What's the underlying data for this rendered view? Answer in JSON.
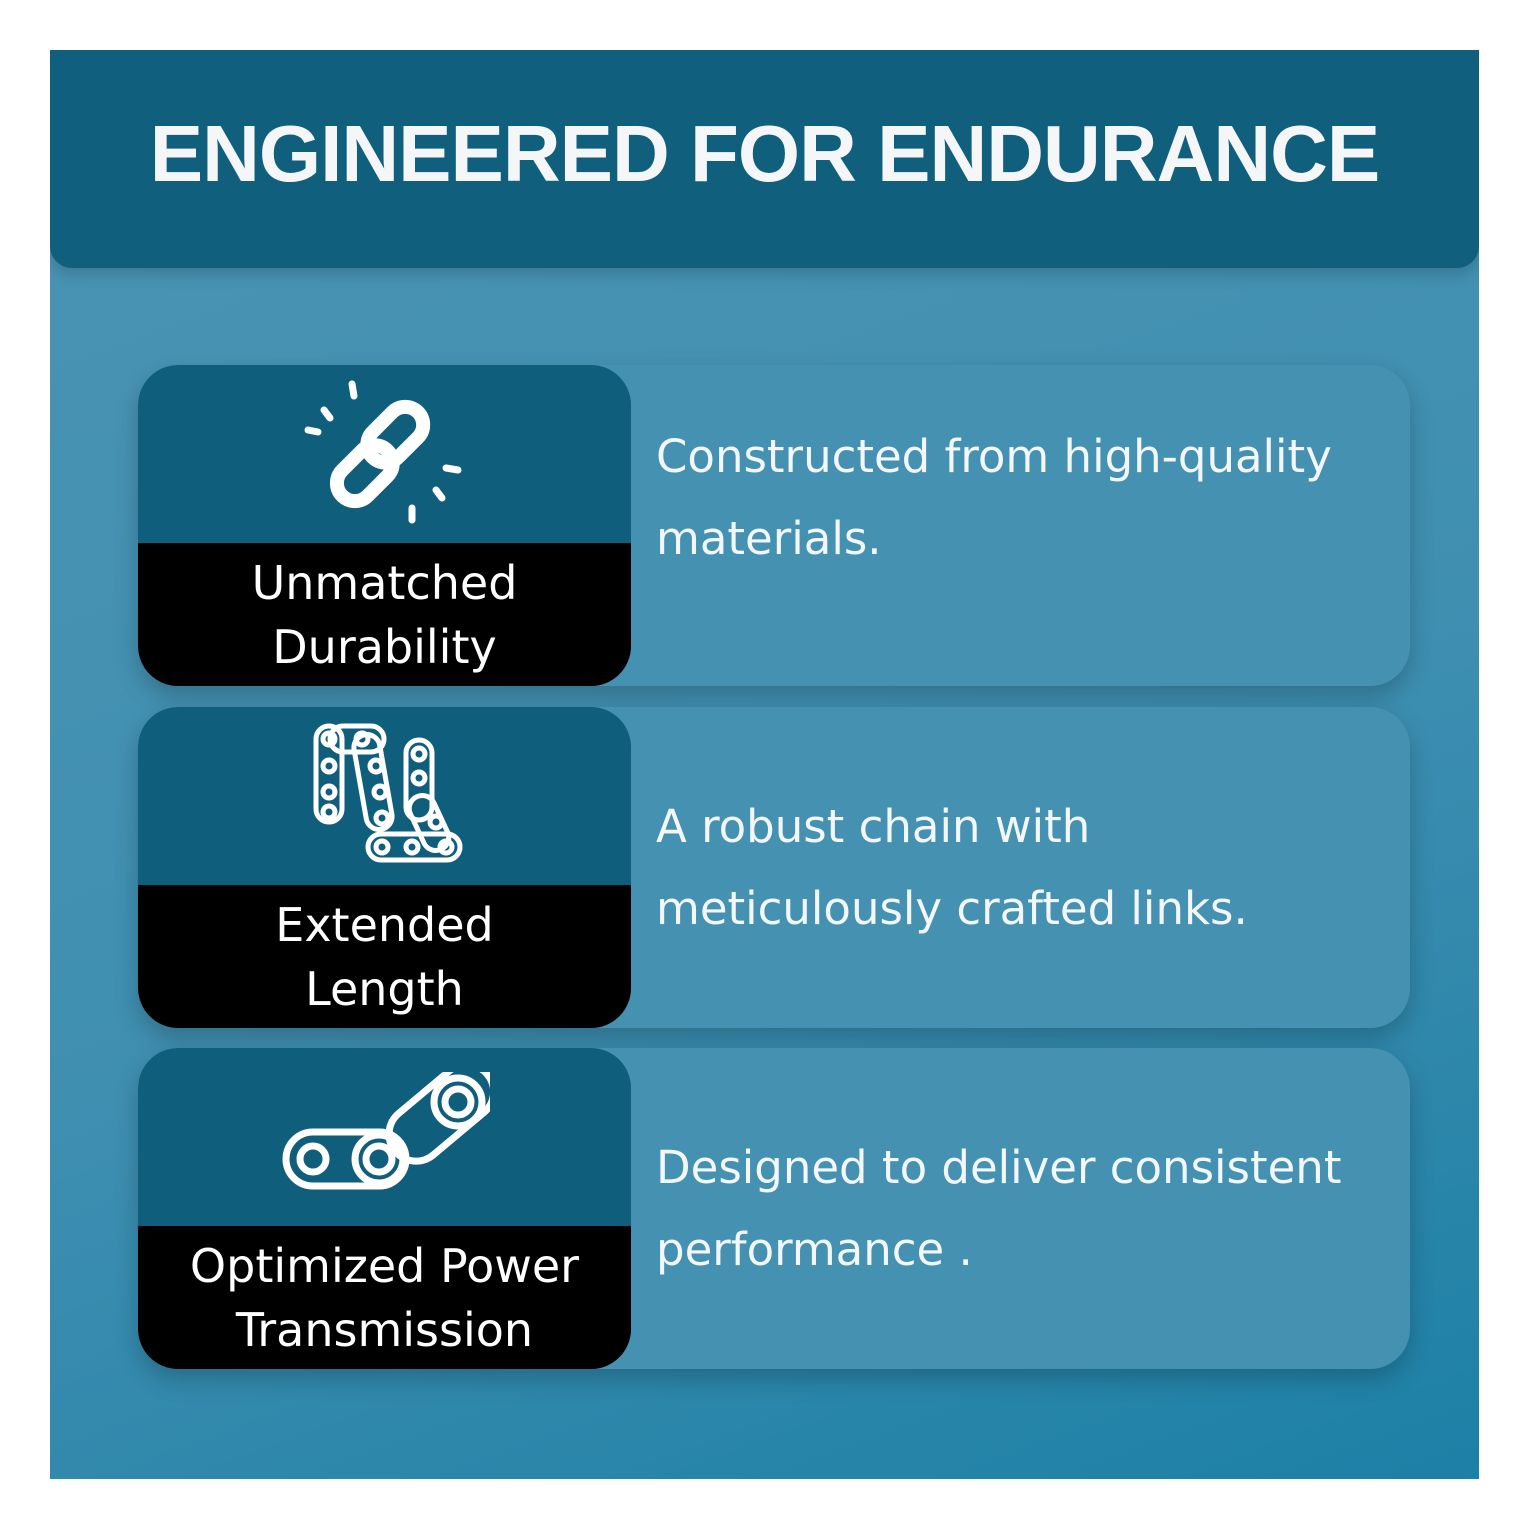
{
  "header": {
    "title": "ENGINEERED FOR ENDURANCE"
  },
  "features": [
    {
      "icon": "broken-link-icon",
      "label": "Unmatched\nDurability",
      "description": "Constructed from high-quality\nmaterials."
    },
    {
      "icon": "chain-icon",
      "label": "Extended\nLength",
      "description": " A robust chain with\nmeticulously crafted links."
    },
    {
      "icon": "chain-link-icon",
      "label": "Optimized Power\nTransmission",
      "description": "Designed to deliver consistent\nperformance ."
    }
  ],
  "colors": {
    "header_bg": "#105f7c",
    "panel_bg": "#3f8fb1",
    "card_bg": "#4591b2",
    "badge_top": "#0f5e7c",
    "badge_bottom": "#000000",
    "text": "#ffffff"
  }
}
